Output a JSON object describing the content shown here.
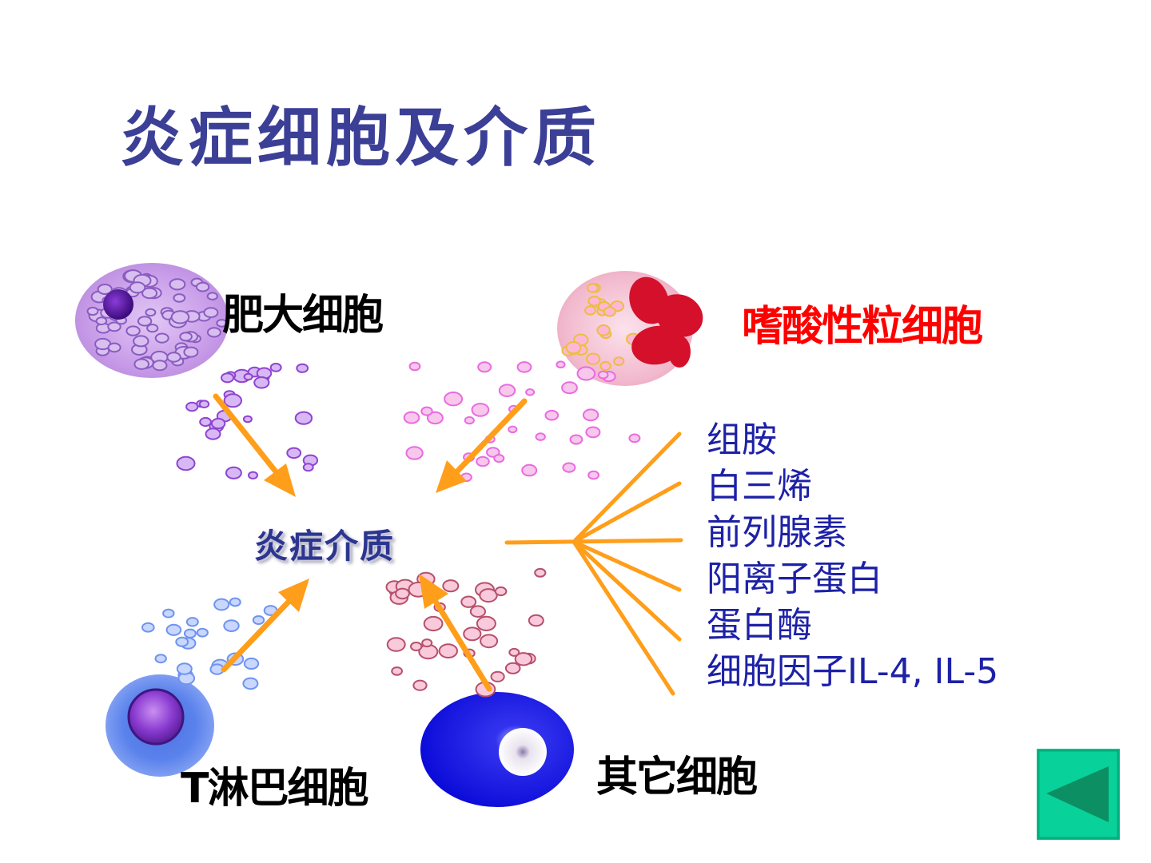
{
  "title": "炎症细胞及介质",
  "cells": {
    "mast": "肥大细胞",
    "eosinophil": "嗜酸性粒细胞",
    "tlymph": "T淋巴细胞",
    "other": "其它细胞"
  },
  "center": "炎症介质",
  "mediators": [
    "组胺",
    "白三烯",
    "前列腺素",
    "阳离子蛋白",
    "蛋白酶",
    "细胞因子IL-4, IL-5"
  ],
  "colors": {
    "title": "#3b3f96",
    "eosinophil_label": "#ff0000",
    "mediator_text": "#1d21a6",
    "arrow": "#ff9e1a",
    "button": "#08d19a"
  },
  "back_button": {
    "icon": "triangle-left-icon"
  }
}
